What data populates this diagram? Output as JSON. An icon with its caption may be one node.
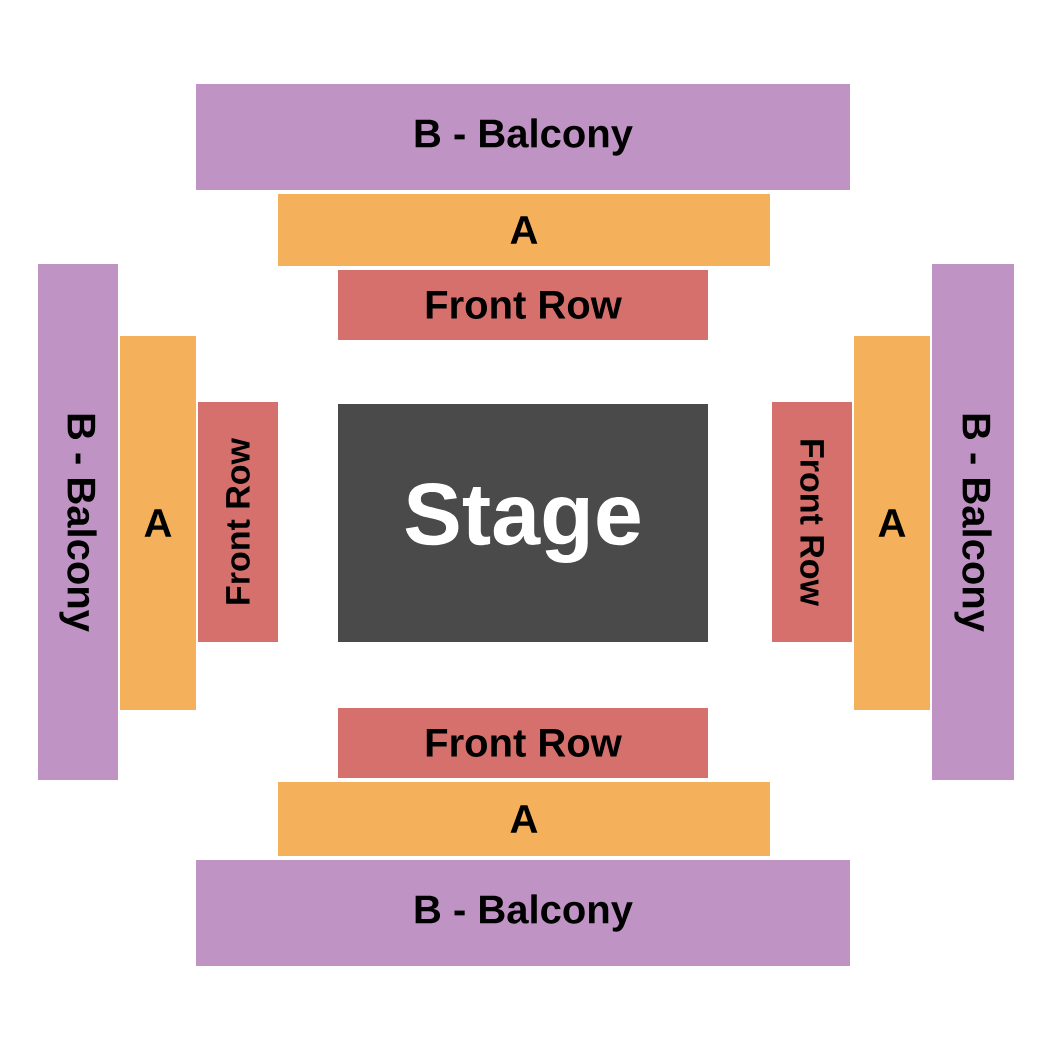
{
  "diagram": {
    "nodes": [
      {
        "text": [
          "B - Balcony"
        ]
      },
      {
        "text": [
          "A"
        ]
      },
      {
        "text": [
          "Front Row"
        ]
      },
      {
        "text": [
          "B - Balcony"
        ]
      },
      {
        "text": [
          "A"
        ]
      },
      {
        "text": [
          "Front Row"
        ]
      },
      {
        "text": [
          "Stage"
        ]
      },
      {
        "text": [
          "Front Row"
        ]
      },
      {
        "text": [
          "A"
        ]
      },
      {
        "text": [
          "B - Balcony"
        ]
      },
      {
        "text": [
          "Front Row"
        ]
      },
      {
        "text": [
          "A"
        ]
      },
      {
        "text": [
          "B - Balcony"
        ]
      }
    ]
  }
}
